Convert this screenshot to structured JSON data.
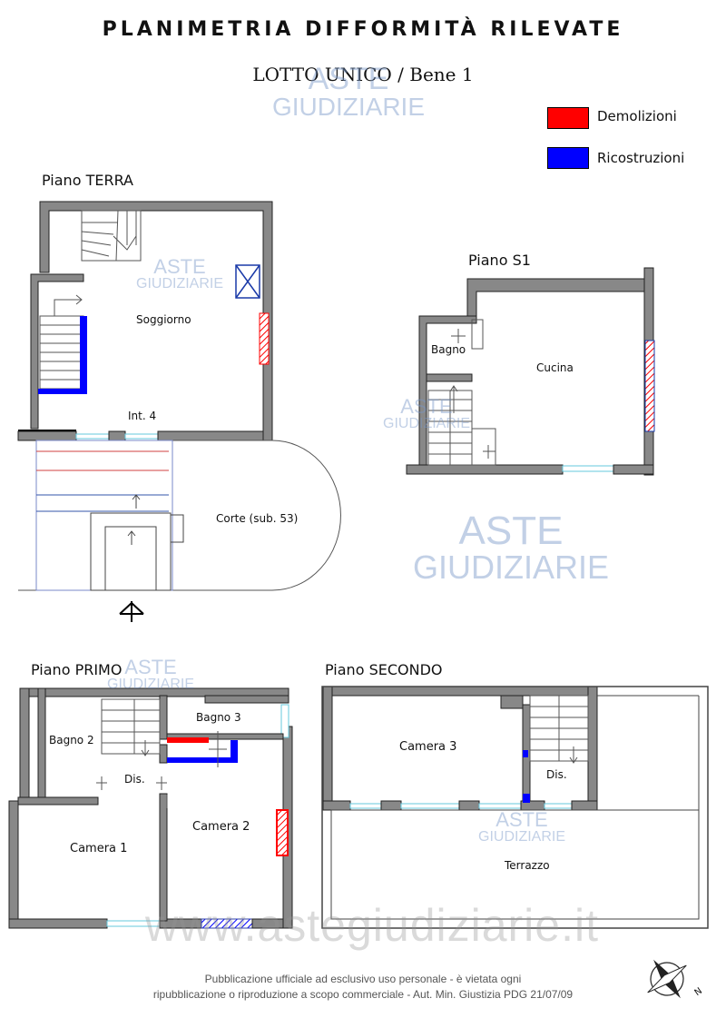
{
  "header": {
    "title": "PLANIMETRIA DIFFORMITÀ RILEVATE",
    "subtitle": "LOTTO UNICO / Bene 1"
  },
  "legend": {
    "items": [
      {
        "label": "Demolizioni",
        "color": "#ff0000"
      },
      {
        "label": "Ricostruzioni",
        "color": "#0000ff"
      }
    ]
  },
  "floors": {
    "terra": {
      "label": "Piano TERRA",
      "rooms": {
        "soggiorno": "Soggiorno",
        "int": "Int. 4",
        "corte": "Corte (sub. 53)"
      }
    },
    "s1": {
      "label": "Piano S1",
      "rooms": {
        "bagno": "Bagno",
        "cucina": "Cucina"
      }
    },
    "primo": {
      "label": "Piano PRIMO",
      "rooms": {
        "bagno2": "Bagno 2",
        "bagno3": "Bagno 3",
        "dis": "Dis.",
        "camera1": "Camera 1",
        "camera2": "Camera 2"
      }
    },
    "secondo": {
      "label": "Piano SECONDO",
      "rooms": {
        "camera3": "Camera 3",
        "dis": "Dis.",
        "terrazzo": "Terrazzo"
      }
    }
  },
  "watermark": {
    "line1": "ASTE",
    "line2": "GIUDIZIARIE",
    "site": "www.astegiudiziarie.it"
  },
  "footer": {
    "line1": "Pubblicazione ufficiale ad esclusivo uso personale - è vietata ogni",
    "line2": "ripubblicazione o riproduzione a scopo commerciale - Aut. Min. Giustizia PDG 21/07/09"
  },
  "compass": {
    "label": "N"
  },
  "colors": {
    "wall": "#888888",
    "demolition": "#ff0000",
    "reconstruction": "#0000ff",
    "window": "#66c8dd"
  }
}
